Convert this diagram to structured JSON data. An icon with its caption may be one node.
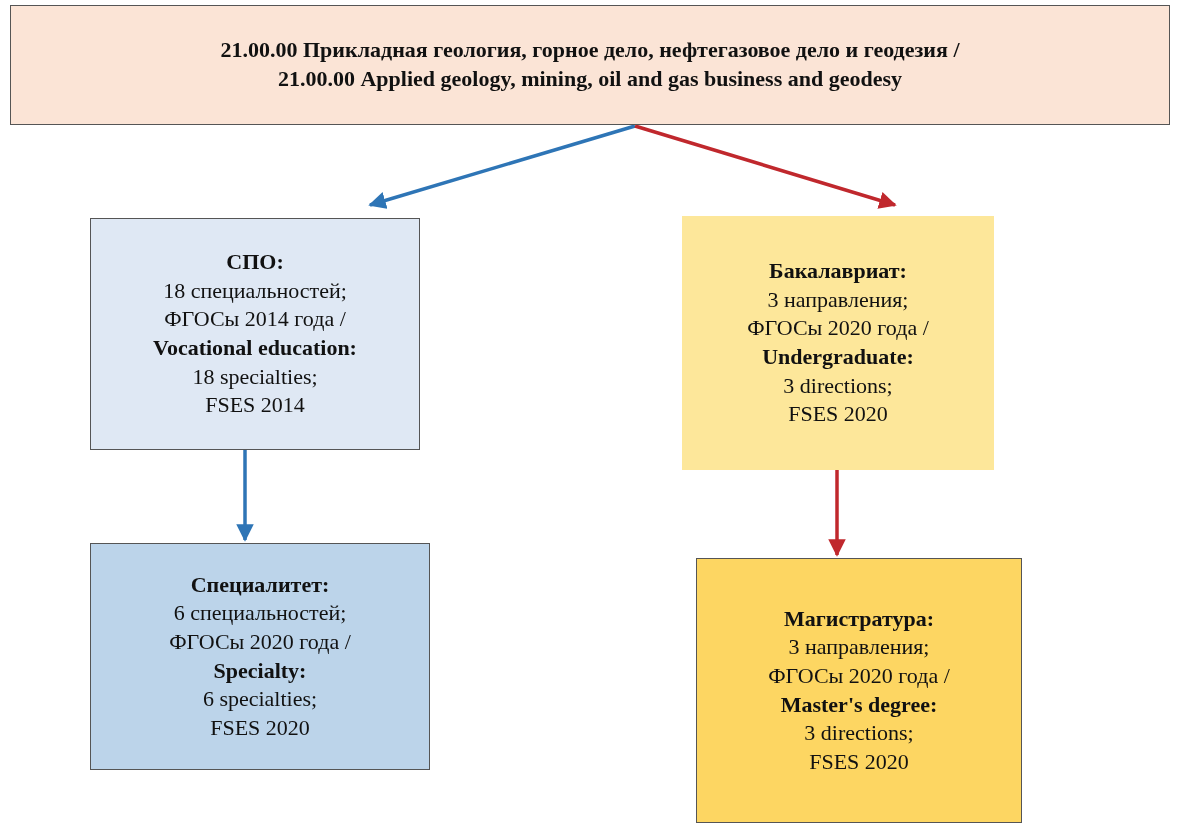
{
  "diagram": {
    "nodes": [
      {
        "text": [
          "21.00.00 Прикладная геология, горное дело, нефтегазовое дело и геодезия / 21.00.00 Applied geology, mining, oil and gas business and geodesy"
        ]
      },
      {
        "text": [
          "СПО:",
          "18 специальностей; ФГОСы 2014 года /",
          "Vocational education:",
          "18 specialties; FSES 2014"
        ]
      },
      {
        "text": [
          "Специалитет:",
          "6 специальностей; ФГОСы 2020 года /",
          "Specialty:",
          "6 specialties; FSES 2020"
        ]
      },
      {
        "text": [
          "Бакалавриат:",
          "3 направления; ФГОСы 2020 года /",
          "Undergraduate:",
          "3 directions; FSES 2020"
        ]
      },
      {
        "text": [
          "Магистратура:",
          "3 направления; ФГОСы 2020 года /",
          "Master's degree:",
          "3 directions; FSES 2020"
        ]
      }
    ],
    "edges": [
      {
        "from": 0,
        "to": 1,
        "arrow": "to",
        "color": "#2e75b6"
      },
      {
        "from": 0,
        "to": 3,
        "arrow": "to",
        "color": "#c0282d"
      },
      {
        "from": 1,
        "to": 2,
        "arrow": "to",
        "color": "#2e75b6"
      },
      {
        "from": 3,
        "to": 4,
        "arrow": "to",
        "color": "#c0282d"
      }
    ]
  }
}
